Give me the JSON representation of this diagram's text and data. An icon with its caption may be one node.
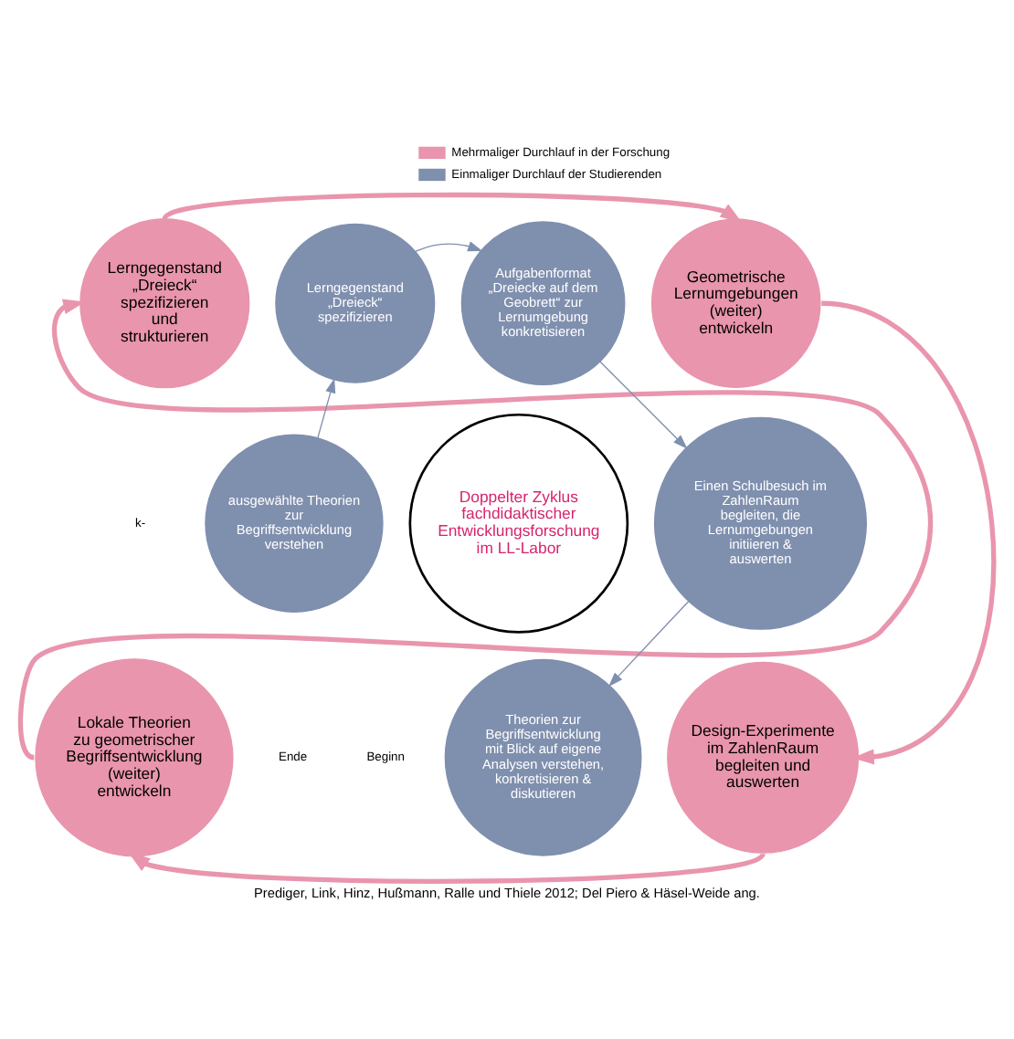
{
  "diagram": {
    "caption": "Prediger, Link, Hinz, Hußmann, Ralle und Thiele 2012; Del Piero & Häsel-Weide ang.",
    "nodes": [
      {
        "text": [
          "Lerngegenstand „Dreieck“ spezifizieren und strukturieren"
        ]
      },
      {
        "text": [
          "Geometrische Lernumgebungen (weiter) entwickeln"
        ]
      },
      {
        "text": [
          "Design-Experimente im ZahlenRaum begleiten und auswerten"
        ]
      },
      {
        "text": [
          "Lokale Theorien zu geometrischer Begriffsentwicklung (weiter) entwickeln"
        ]
      },
      {
        "text": [
          "Lerngegenstand „Dreieck“ spezifizieren"
        ]
      },
      {
        "text": [
          "Aufgabenformat „Dreiecke auf dem Geobrett“ zur Lernumgebung konkretisieren"
        ]
      },
      {
        "text": [
          "Einen Schulbesuch im ZahlenRaum begleiten, die Lernumgebungen initiieren & auswerten"
        ]
      },
      {
        "text": [
          "Theorien zur Begriffsentwicklung mit Blick auf eigene Analysen verstehen, konkretisieren & diskutieren"
        ]
      },
      {
        "text": [
          "ausgewählte Theorien zur Begriffsentwicklung verstehen"
        ]
      },
      {
        "text": [
          "Doppelter Zyklus fachdidaktischer Entwicklungsforschung im LL-Labor"
        ]
      }
    ],
    "edges": [
      {
        "from": 0,
        "to": 1,
        "arrow": "to",
        "style": "thick",
        "color": "#e995ad"
      },
      {
        "from": 1,
        "to": 2,
        "arrow": "to",
        "style": "thick",
        "color": "#e995ad"
      },
      {
        "from": 2,
        "to": 3,
        "arrow": "to",
        "style": "thick",
        "color": "#e995ad"
      },
      {
        "from": 3,
        "to": 0,
        "arrow": "to",
        "style": "thick",
        "color": "#e995ad"
      },
      {
        "from": 4,
        "to": 5,
        "arrow": "to",
        "color": "#7f8fae"
      },
      {
        "from": 5,
        "to": 6,
        "arrow": "to",
        "color": "#7f8fae"
      },
      {
        "from": 6,
        "to": 7,
        "arrow": "to",
        "color": "#7f8fae"
      },
      {
        "from": 8,
        "to": 4,
        "arrow": "to",
        "color": "#7f8fae"
      }
    ],
    "labels": [
      "k-",
      "Beginn",
      "Ende"
    ],
    "legend": [
      {
        "text": "Mehrmaliger Durchlauf in der Forschung",
        "color": "#e995ad"
      },
      {
        "text": "Einmaliger Durchlauf der Studierenden",
        "color": "#7f8fae"
      }
    ]
  }
}
